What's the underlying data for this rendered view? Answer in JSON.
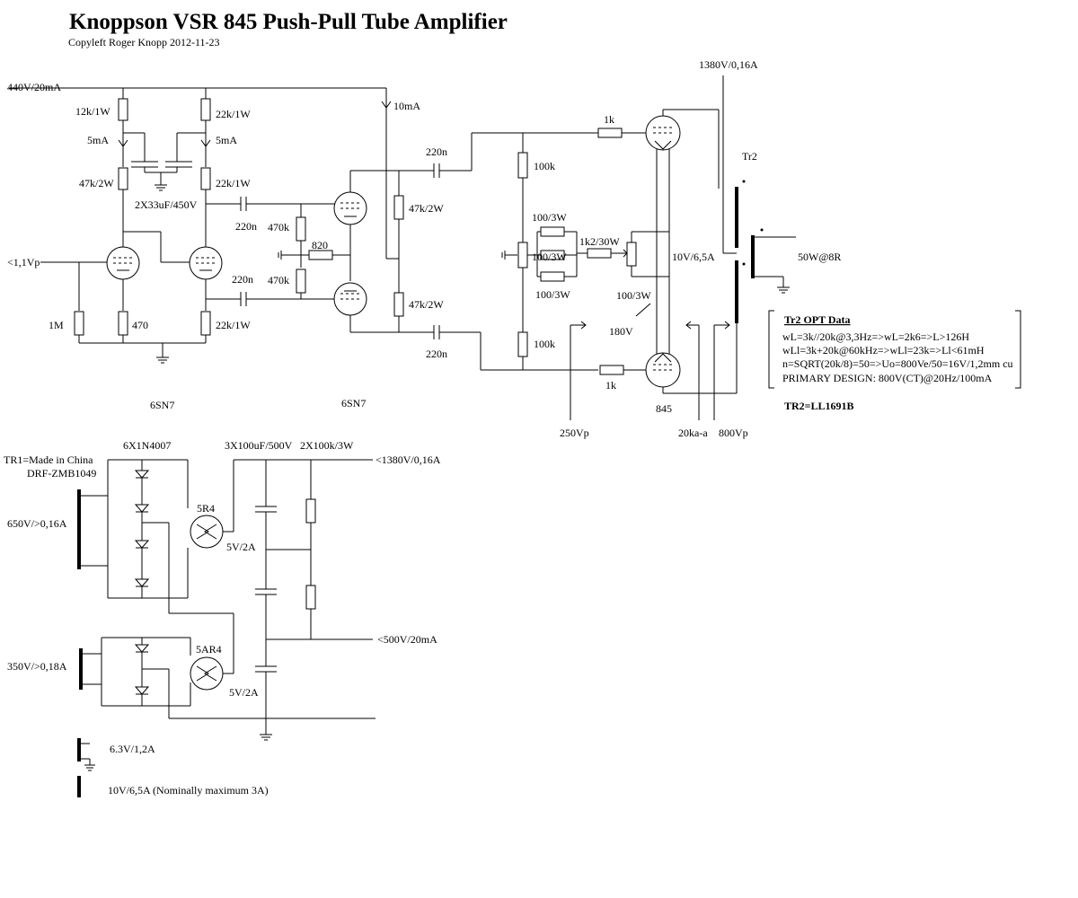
{
  "title": "Knoppson VSR 845 Push-Pull Tube  Amplifier",
  "subtitle": "Copyleft Roger Knopp 2012-11-23",
  "labels": {
    "supply_440": "440V/20mA",
    "r12k": "12k/1W",
    "r22k_top": "22k/1W",
    "ma5_left": "5mA",
    "ma5_right": "5mA",
    "r47k_2w_left": "47k/2W",
    "r22k_mid": "22k/1W",
    "cap_2x33": "2X33uF/450V",
    "input": "<1,1Vp",
    "r1m": "1M",
    "r470": "470",
    "r22k_bot": "22k/1W",
    "c220n_1": "220n",
    "c220n_2": "220n",
    "r470k_1": "470k",
    "r470k_2": "470k",
    "r820": "820",
    "ma10": "10mA",
    "c220n_3": "220n",
    "c220n_4": "220n",
    "r47k_2w_a": "47k/2W",
    "r47k_2w_b": "47k/2W",
    "tube1": "6SN7",
    "tube2": "6SN7",
    "r100k_a": "100k",
    "r100k_b": "100k",
    "r1k_a": "1k",
    "r1k_b": "1k",
    "r100_3w_a": "100/3W",
    "r100_3w_b": "100/3W",
    "r100_3w_c": "100/3W",
    "r100_3w_d": "100/3W",
    "r1k2": "1k2/30W",
    "fil10v": "10V/6,5A",
    "v180": "180V",
    "tube845": "845",
    "v250": "250Vp",
    "ka20": "20ka-a",
    "v800": "800Vp",
    "hv_top": "1380V/0,16A",
    "tr2": "Tr2",
    "out": "50W@8R",
    "opt_title": "Tr2 OPT Data",
    "opt_l1": "wL=3k//20k@3,3Hz=>wL=2k6=>L>126H",
    "opt_l2": "wLl=3k+20k@60kHz=>wLl=23k=>Ll<61mH",
    "opt_l3": "n=SQRT(20k/8)=50=>Uo=800Ve/50=16V/1,2mm cu",
    "opt_l4": "PRIMARY DESIGN: 800V(CT)@20Hz/100mA",
    "tr2_model": "TR2=LL1691B",
    "diodes": "6X1N4007",
    "caps3": "3X100uF/500V",
    "res2": "2X100k/3W",
    "hv_out": "<1380V/0,16A",
    "tr1_a": "TR1=Made in China",
    "tr1_b": "DRF-ZMB1049",
    "sec650": "650V/>0,16A",
    "r5r4": "5R4",
    "fil5v_a": "5V/2A",
    "lv_out": "<500V/20mA",
    "sec350": "350V/>0,18A",
    "r5ar4": "5AR4",
    "fil5v_b": "5V/2A",
    "fil63": "6.3V/1,2A",
    "fil10": "10V/6,5A  (Nominally maximum 3A)"
  }
}
